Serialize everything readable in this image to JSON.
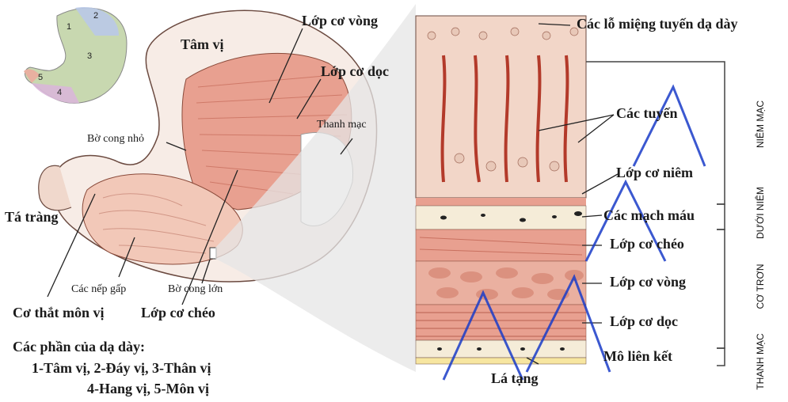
{
  "labels": {
    "tam_vi": "Tâm vị",
    "lop_co_vong_top": "Lớp cơ vòng",
    "lop_co_doc_top": "Lớp cơ dọc",
    "thanh_mac": "Thanh mạc",
    "bo_cong_nho": "Bờ cong nhỏ",
    "ta_trang": "Tá tràng",
    "cac_nep_gap": "Các nếp gấp",
    "bo_cong_lon": "Bờ cong lớn",
    "co_that_mon_vi": "Cơ thắt môn vị",
    "lop_co_cheo_bottom": "Lớp cơ chéo",
    "cac_lo_mieng": "Các lỗ miệng tuyến dạ dày",
    "cac_tuyen": "Các tuyến",
    "lop_co_niem": "Lớp cơ niêm",
    "cac_mach_mau": "Các mạch máu",
    "lop_co_cheo_right": "Lớp cơ chéo",
    "lop_co_vong_right": "Lớp cơ vòng",
    "lop_co_doc_right": "Lớp cơ dọc",
    "mo_lien_ket": "Mô liên kết",
    "la_tang": "Lá tạng"
  },
  "side_labels": {
    "niem_mac": "NIÊM MẠC",
    "duoi_niem": "DƯỚI NIÊM",
    "co_tron": "CƠ TRƠN",
    "thanh_mac": "THANH MẠC"
  },
  "inset_numbers": [
    "1",
    "2",
    "3",
    "4",
    "5"
  ],
  "legend": {
    "title": "Các phần của dạ dày:",
    "line1": "1-Tâm vị, 2-Đáy vị, 3-Thân vị",
    "line2": "4-Hang vị, 5-Môn vị"
  },
  "colors": {
    "muscle": "#e8a090",
    "muscle_dark": "#c9705f",
    "mucosa": "#f2c8b8",
    "gland": "#b33a2a",
    "connective": "#f5e6c8",
    "watermark": "#1a3cc8"
  }
}
